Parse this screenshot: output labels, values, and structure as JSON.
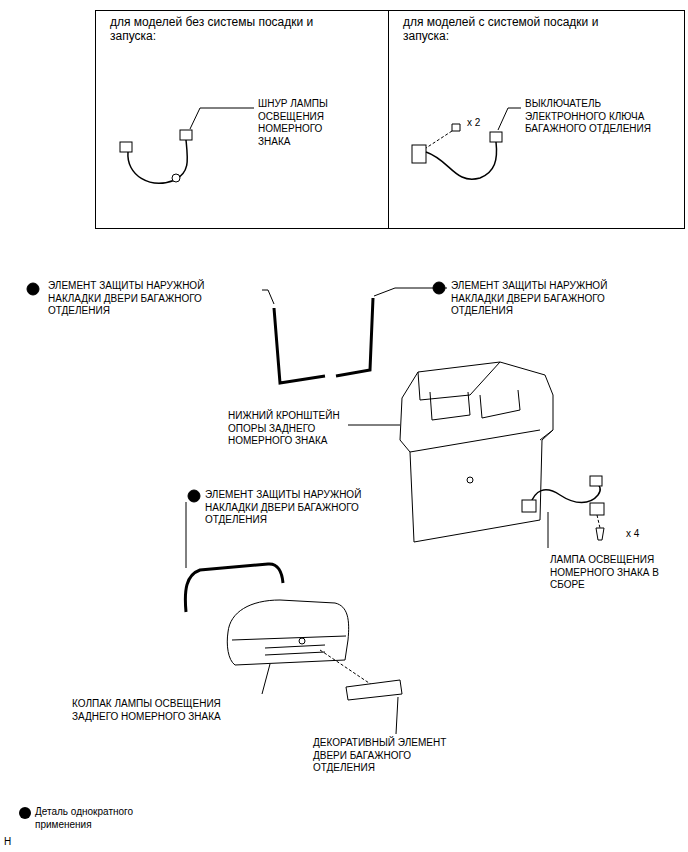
{
  "diagram": {
    "nodes": [
      {
        "text": [
          "для моделей без системы посадки и запуска:"
        ]
      },
      {
        "text": [
          "для моделей с системой посадки и запуска:"
        ]
      }
    ],
    "labels": [
      "ШНУР ЛАМПЫ ОСВЕЩЕНИЯ НОМЕРНОГО ЗНАКА",
      "x 2",
      "ВЫКЛЮЧАТЕЛЬ ЭЛЕКТРОННОГО КЛЮЧА БАГАЖНОГО ОТДЕЛЕНИЯ",
      "ЭЛЕМЕНТ ЗАЩИТЫ НАРУЖНОЙ НАКЛАДКИ ДВЕРИ БАГАЖНОГО ОТДЕЛЕНИЯ",
      "ЭЛЕМЕНТ ЗАЩИТЫ НАРУЖНОЙ НАКЛАДКИ ДВЕРИ БАГАЖНОГО ОТДЕЛЕНИЯ",
      "НИЖНИЙ КРОНШТЕЙН ОПОРЫ ЗАДНЕГО НОМЕРНОГО ЗНАКА",
      "ЭЛЕМЕНТ ЗАЩИТЫ НАРУЖНОЙ НАКЛАДКИ ДВЕРИ БАГАЖНОГО ОТДЕЛЕНИЯ",
      "x 4",
      "ЛАМПА ОСВЕЩЕНИЯ НОМЕРНОГО ЗНАКА В СБОРЕ",
      "КОЛПАК ЛАМПЫ ОСВЕЩЕНИЯ ЗАДНЕГО НОМЕРНОГО ЗНАКА",
      "ДЕКОРАТИВНЫЙ ЭЛЕМЕНТ ДВЕРИ БАГАЖНОГО ОТДЕЛЕНИЯ",
      "H"
    ],
    "legend": [
      {
        "text": "Деталь однократного применения"
      }
    ]
  }
}
